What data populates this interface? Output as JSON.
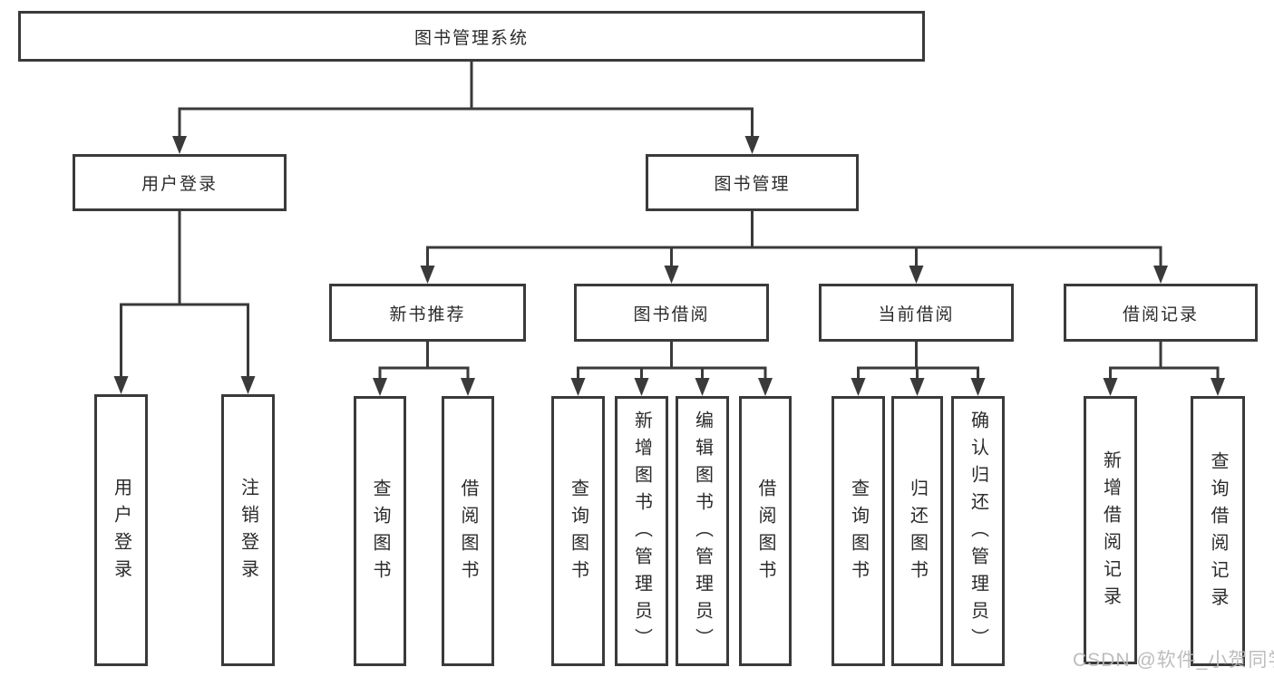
{
  "diagram": {
    "root": {
      "label": "图书管理系统"
    },
    "branches": [
      {
        "id": "user-login",
        "label": "用户登录",
        "children": [
          {
            "label": "用户登录"
          },
          {
            "label": "注销登录"
          }
        ]
      },
      {
        "id": "book-management",
        "label": "图书管理",
        "children": [
          {
            "id": "new-book-recommend",
            "label": "新书推荐",
            "children": [
              {
                "label": "查询图书"
              },
              {
                "label": "借阅图书"
              }
            ]
          },
          {
            "id": "book-borrowing",
            "label": "图书借阅",
            "children": [
              {
                "label": "查询图书"
              },
              {
                "label": "新增图书（管理员）"
              },
              {
                "label": "编辑图书（管理员）"
              },
              {
                "label": "借阅图书"
              }
            ]
          },
          {
            "id": "current-borrowing",
            "label": "当前借阅",
            "children": [
              {
                "label": "查询图书"
              },
              {
                "label": "归还图书"
              },
              {
                "label": "确认归还（管理员）"
              }
            ]
          },
          {
            "id": "borrowing-records",
            "label": "借阅记录",
            "children": [
              {
                "label": "新增借阅记录"
              },
              {
                "label": "查询借阅记录"
              }
            ]
          }
        ]
      }
    ]
  },
  "watermark": {
    "text": "CSDN @软件_小贺同学"
  },
  "colors": {
    "line": "#3a3a3a",
    "text": "#2b2b2b",
    "watermark": "#b7b7b7",
    "background": "#ffffff"
  }
}
